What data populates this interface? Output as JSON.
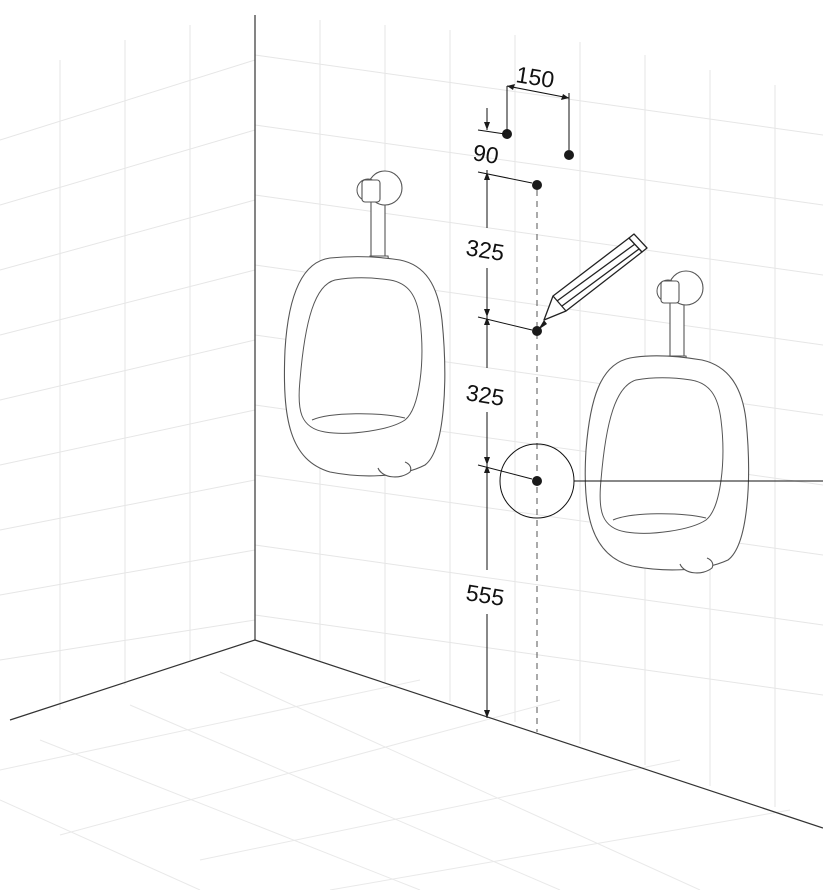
{
  "dimensions": {
    "horizontal_spacing": "150",
    "top_offset": "90",
    "segment_upper": "325",
    "segment_middle": "325",
    "height_from_floor": "555"
  },
  "colors": {
    "line": "#111111",
    "tile": "#e6e6e6",
    "background": "#ffffff"
  },
  "icons": [
    "pencil-icon"
  ]
}
